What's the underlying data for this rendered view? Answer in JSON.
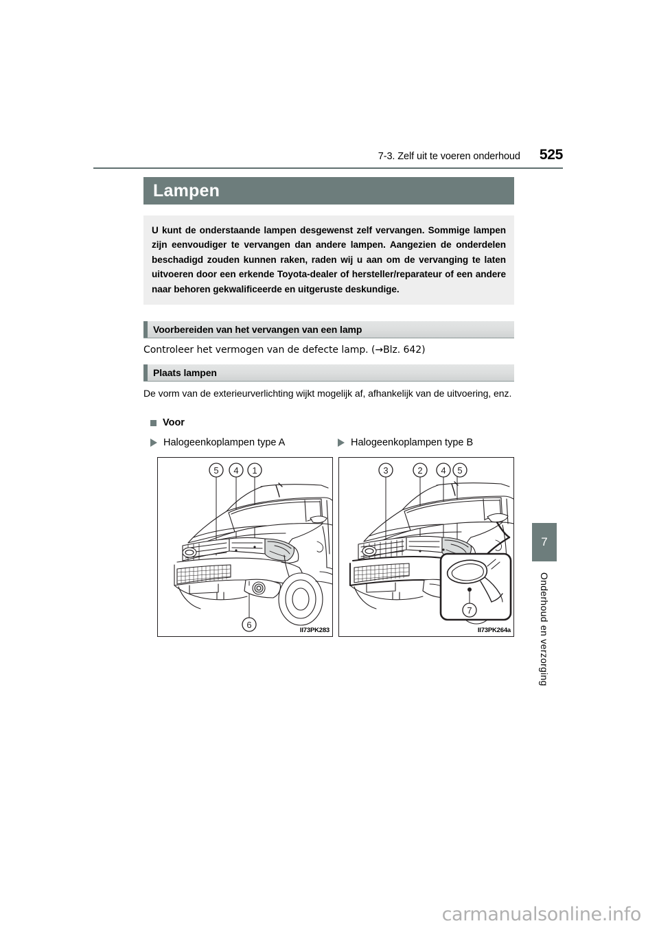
{
  "header": {
    "section": "7-3. Zelf uit te voeren onderhoud",
    "page_number": "525"
  },
  "title_bar": {
    "title": "Lampen",
    "background_color": "#6d7d7c"
  },
  "intro": {
    "text": "U kunt de onderstaande lampen desgewenst zelf vervangen. Sommige lampen zijn eenvoudiger te vervangen dan andere lampen. Aangezien de onderdelen beschadigd zouden kunnen raken, raden wij u aan om de vervanging te laten uitvoeren door een erkende Toyota-dealer of hersteller/reparateur of een andere naar behoren gekwalificeerde en uitgeruste deskundige."
  },
  "sections": [
    {
      "heading": "Voorbereiden van het vervangen van een lamp",
      "body": "Controleer het vermogen van de defecte lamp. (→Blz. 642)"
    },
    {
      "heading": "Plaats lampen",
      "body": "De vorm van de exterieurverlichting wijkt mogelijk af, afhankelijk van de uitvoering, enz."
    }
  ],
  "subsection": {
    "square_heading": "Voor"
  },
  "figures": [
    {
      "label": "Halogeenkoplampen type A",
      "caption": "II73PK283",
      "callouts": [
        "5",
        "4",
        "1",
        "6"
      ]
    },
    {
      "label": "Halogeenkoplampen type B",
      "caption": "II73PK264a",
      "callouts": [
        "3",
        "2",
        "4",
        "5",
        "7"
      ]
    }
  ],
  "chapter_tab": {
    "number": "7",
    "label": "Onderhoud en verzorging",
    "color": "#6d7d7c"
  },
  "watermark": {
    "text": "carmanualsonline.info"
  }
}
